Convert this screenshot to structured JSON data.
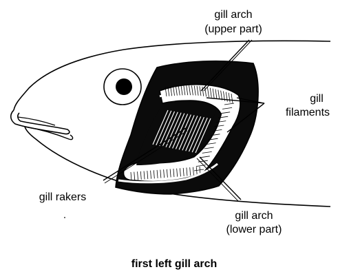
{
  "diagram": {
    "labels": {
      "gill_arch_upper_line1": "gill arch",
      "gill_arch_upper_line2": "(upper part)",
      "gill_filaments_line1": "gill",
      "gill_filaments_line2": "filaments",
      "gill_rakers": "gill rakers",
      "gill_arch_lower_line1": "gill arch",
      "gill_arch_lower_line2": "(lower part)"
    },
    "caption": "first left gill arch"
  },
  "colors": {
    "ink": "#000000",
    "background": "#ffffff"
  }
}
